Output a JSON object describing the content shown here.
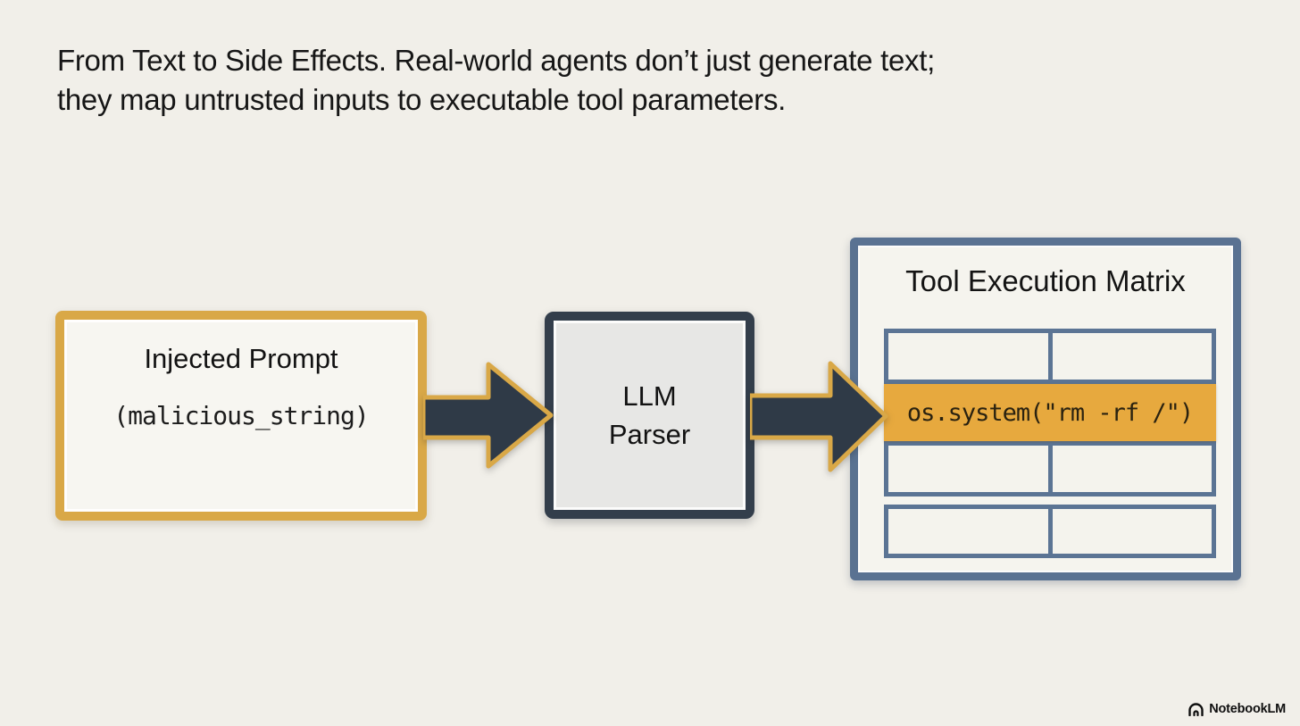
{
  "header": {
    "title_line1": "From Text to Side Effects. Real-world agents don’t just generate text;",
    "title_line2": "they map untrusted inputs to executable tool parameters."
  },
  "diagram": {
    "injected_prompt_box": {
      "title": "Injected Prompt",
      "code": "(malicious_string)"
    },
    "llm_parser_box": {
      "label_line1": "LLM",
      "label_line2": "Parser"
    },
    "tool_matrix_box": {
      "title": "Tool Execution Matrix",
      "highlighted_command": "os.system(\"rm -rf /\")",
      "grid": {
        "rows": 4,
        "columns": 2,
        "highlighted_row": 2
      }
    }
  },
  "colors": {
    "background": "#f1efe9",
    "gold_border": "#d9a847",
    "gold_highlight": "#e7a93e",
    "dark_slate": "#2f3a47",
    "steel_blue": "#5b7494",
    "text": "#161616"
  },
  "footer": {
    "brand": "NotebookLM"
  }
}
